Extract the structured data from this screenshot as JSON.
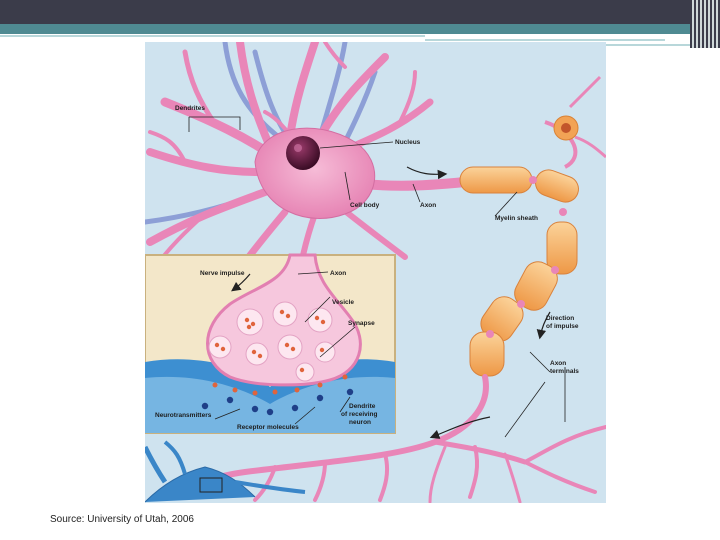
{
  "labels": {
    "dendrites": "Dendrites",
    "nucleus": "Nucleus",
    "cell_body": "Cell body",
    "axon_top": "Axon",
    "myelin_sheath": "Myelin sheath",
    "nerve_impulse": "Nerve impulse",
    "axon_inset": "Axon",
    "vesicle": "Vesicle",
    "synapse": "Synapse",
    "direction_line1": "Direction",
    "direction_line2": "of impulse",
    "axon_terminals_line1": "Axon",
    "axon_terminals_line2": "terminals",
    "neurotransmitters": "Neurotransmitters",
    "dendrite_receiving_line1": "Dendrite",
    "dendrite_receiving_line2": "of receiving",
    "dendrite_receiving_line3": "neuron",
    "receptor_molecules": "Receptor molecules"
  },
  "source": "Source: University of Utah, 2006",
  "colors": {
    "header": "#3b3c4a",
    "accent": "#4f8a92",
    "neuron": "#e986b8",
    "myelin": "#f4a45a",
    "receiving_neuron": "#3a86c8"
  }
}
